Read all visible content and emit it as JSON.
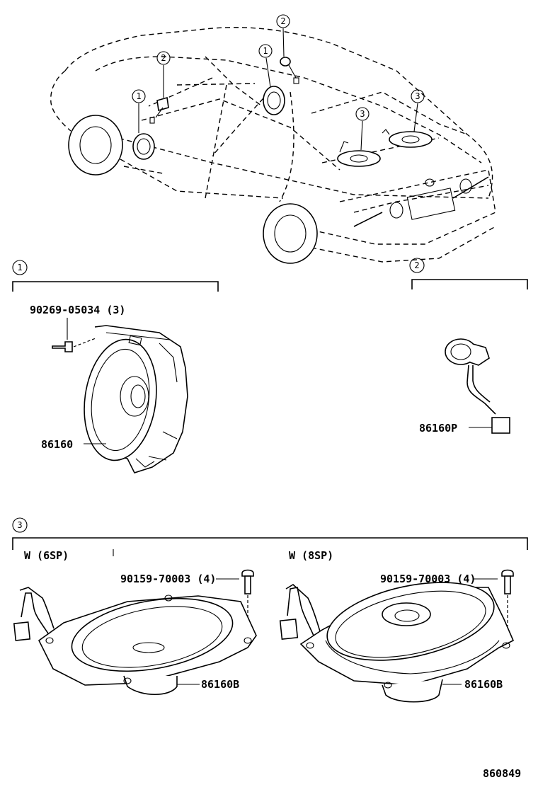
{
  "diagram": {
    "callouts": [
      "1",
      "2",
      "3"
    ],
    "section1": {
      "part_screw": "90269-05034 (3)",
      "part_speaker": "86160"
    },
    "section2": {
      "part_tweeter": "86160P"
    },
    "section3": {
      "variant_left": "W (6SP)",
      "variant_right": "W (8SP)",
      "screw_left": "90159-70003 (4)",
      "screw_right": "90159-70003 (4)",
      "speaker_left": "86160B",
      "speaker_right": "86160B"
    },
    "illustration_number": "860849"
  }
}
